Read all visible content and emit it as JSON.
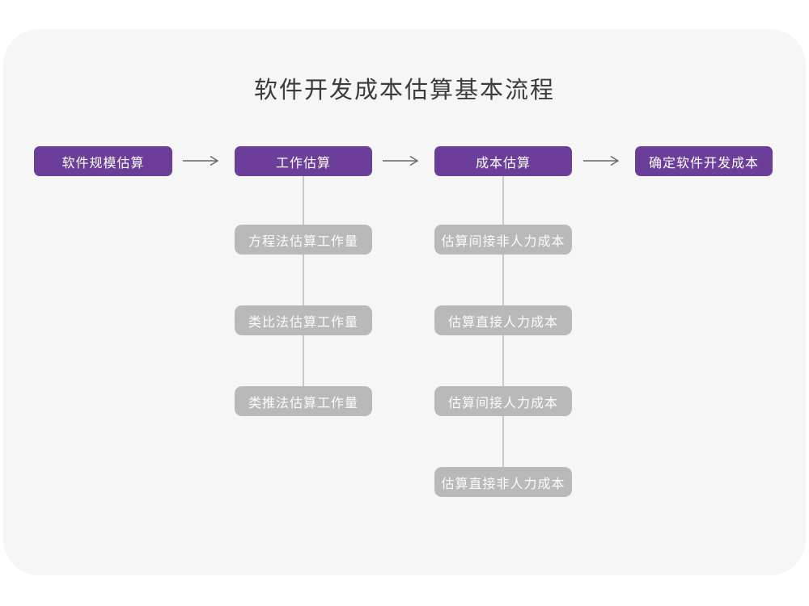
{
  "diagram": {
    "title": "软件开发成本估算基本流程",
    "main_steps": [
      {
        "label": "软件规模估算"
      },
      {
        "label": "工作估算"
      },
      {
        "label": "成本估算"
      },
      {
        "label": "确定软件开发成本"
      }
    ],
    "work_methods": [
      {
        "label": "方程法估算工作量"
      },
      {
        "label": "类比法估算工作量"
      },
      {
        "label": "类推法估算工作量"
      }
    ],
    "cost_steps": [
      {
        "label": "估算间接非人力成本"
      },
      {
        "label": "估算直接人力成本"
      },
      {
        "label": "估算间接人力成本"
      },
      {
        "label": "估算直接非人力成本"
      }
    ]
  },
  "colors": {
    "accent_purple": "#6b3e99",
    "node_gray": "#b9b9b9",
    "canvas_gray": "#f6f6f6",
    "arrow_gray": "#666666",
    "connector_gray": "#c9c9c9",
    "title_text": "#3b3b3b"
  }
}
